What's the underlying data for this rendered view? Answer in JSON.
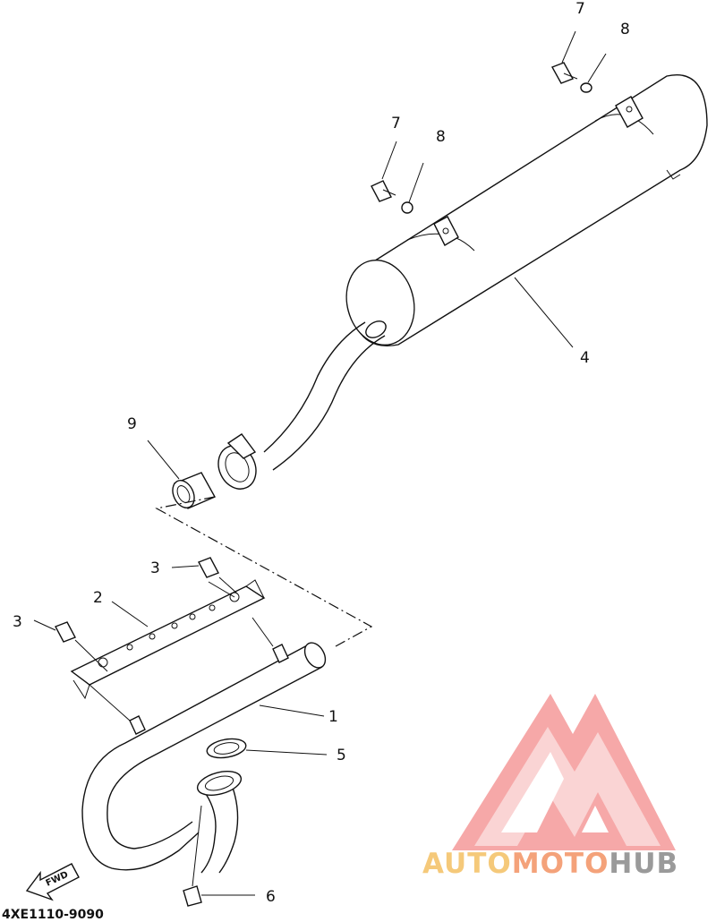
{
  "labels": {
    "p1": "1",
    "p2": "2",
    "p3a": "3",
    "p3b": "3",
    "p4": "4",
    "p5": "5",
    "p6": "6",
    "p7a": "7",
    "p7b": "7",
    "p8a": "8",
    "p8b": "8",
    "p9": "9"
  },
  "fwd_label": "FWD",
  "diagram_code": "4XE1110-9090",
  "watermark": {
    "part1": "AUTO",
    "part2": "MOTO",
    "part3": "HUB",
    "color1": "#f5c97a",
    "color2": "#f4a27a",
    "color3": "#9a9a9a",
    "logo_color": "#f59a9a"
  }
}
